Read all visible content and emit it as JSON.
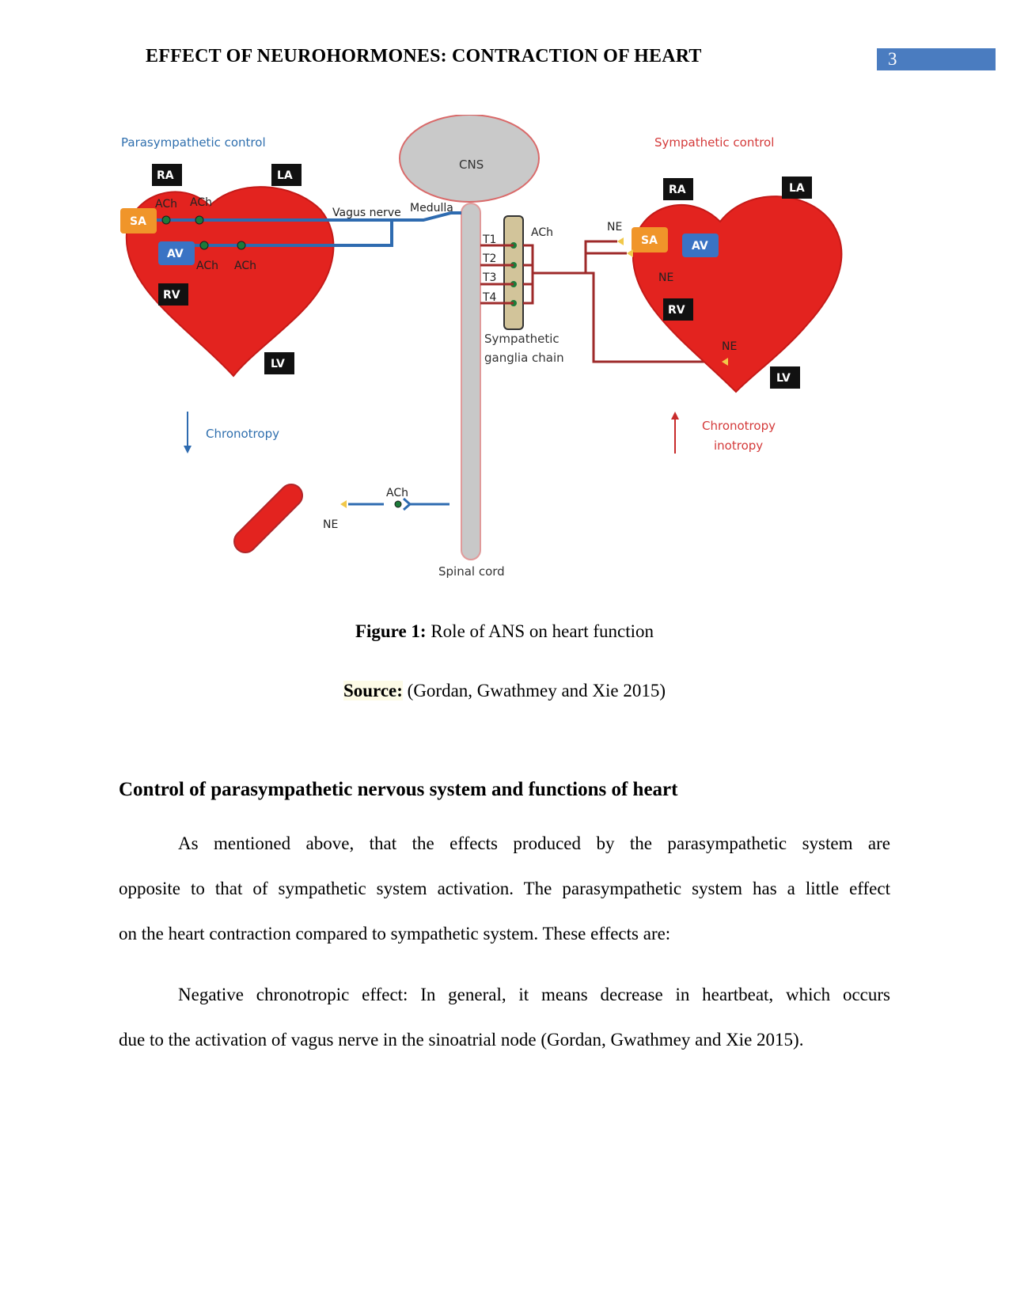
{
  "header": {
    "title": "EFFECT OF NEUROHORMONES: CONTRACTION OF HEART",
    "page_number": "3",
    "badge_color": "#4a7cc0"
  },
  "figure": {
    "labels": {
      "parasympathetic_control": "Parasympathetic control",
      "sympathetic_control": "Sympathetic control",
      "cns": "CNS",
      "medulla": "Medulla",
      "vagus_nerve": "Vagus nerve",
      "ra": "RA",
      "la": "LA",
      "rv": "RV",
      "lv": "LV",
      "sa": "SA",
      "av": "AV",
      "ach": "ACh",
      "ne": "NE",
      "t1": "T1",
      "t2": "T2",
      "t3": "T3",
      "t4": "T4",
      "ganglia_line1": "Sympathetic",
      "ganglia_line2": "ganglia chain",
      "chronotropy": "Chronotropy",
      "chronotropy2": "Chronotropy",
      "inotropy": "inotropy",
      "spinal_cord": "Spinal cord"
    },
    "colors": {
      "heart": "#e3231f",
      "para_nerve": "#2e6bb0",
      "symp_nerve": "#9e2a2a",
      "para_text": "#2f6fae",
      "symp_text": "#d43a3a",
      "sa": "#f0952a",
      "av": "#3a73c4",
      "cns": "#c9c9c9"
    }
  },
  "caption": {
    "figure_label": "Figure 1:",
    "figure_text": " Role of ANS on heart function",
    "source_label": "Source:",
    "source_text": " (Gordan, Gwathmey and Xie 2015)"
  },
  "section": {
    "heading": "Control of parasympathetic nervous system and functions of heart",
    "p1": [
      "As mentioned above, that the effects produced by the parasympathetic system are",
      "opposite to that of sympathetic system activation. The parasympathetic system has a little effect",
      "on the heart contraction compared to sympathetic system. These effects are:"
    ],
    "p2": [
      "Negative chronotropic effect: In general, it means decrease in heartbeat, which occurs",
      "due to the activation of vagus nerve in the sinoatrial node (Gordan, Gwathmey and Xie 2015)."
    ]
  }
}
